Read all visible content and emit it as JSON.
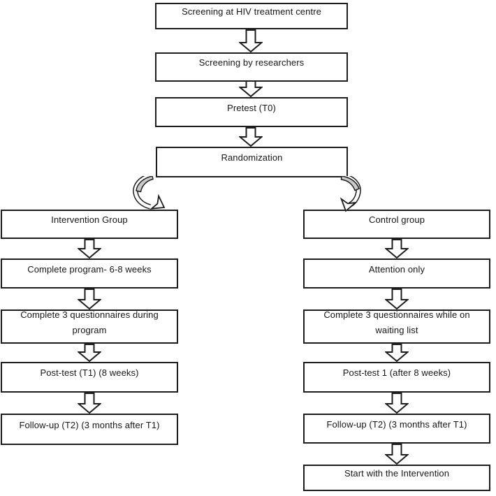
{
  "diagram": {
    "type": "flowchart",
    "background": "#ffffff",
    "colors": {
      "box_border": "#1d1d1d",
      "text": "#161616",
      "arrow_fill": "#ffffff",
      "curved_arrow_shade": "#c9c9c9"
    },
    "nodes": {
      "screening_centre": "Screening at HIV treatment centre",
      "screening_researchers": "Screening by researchers",
      "pretest": "Pretest (T0)",
      "randomization": "Randomization",
      "intervention_group": "Intervention Group",
      "complete_program": "Complete program- 6-8 weeks",
      "questionnaires_during": "Complete 3 questionnaires during\nprogram",
      "posttest_t1": "Post-test (T1) (8 weeks)",
      "followup_intervention": "Follow-up (T2) (3 months after T1)",
      "control_group": "Control group",
      "attention_only": "Attention only",
      "questionnaires_waiting": "Complete 3 questionnaires while on\nwaiting list",
      "posttest_1": "Post-test 1 (after 8 weeks)",
      "followup_control": "Follow-up (T2) (3 months after T1)",
      "start_intervention": "Start with the Intervention"
    }
  }
}
